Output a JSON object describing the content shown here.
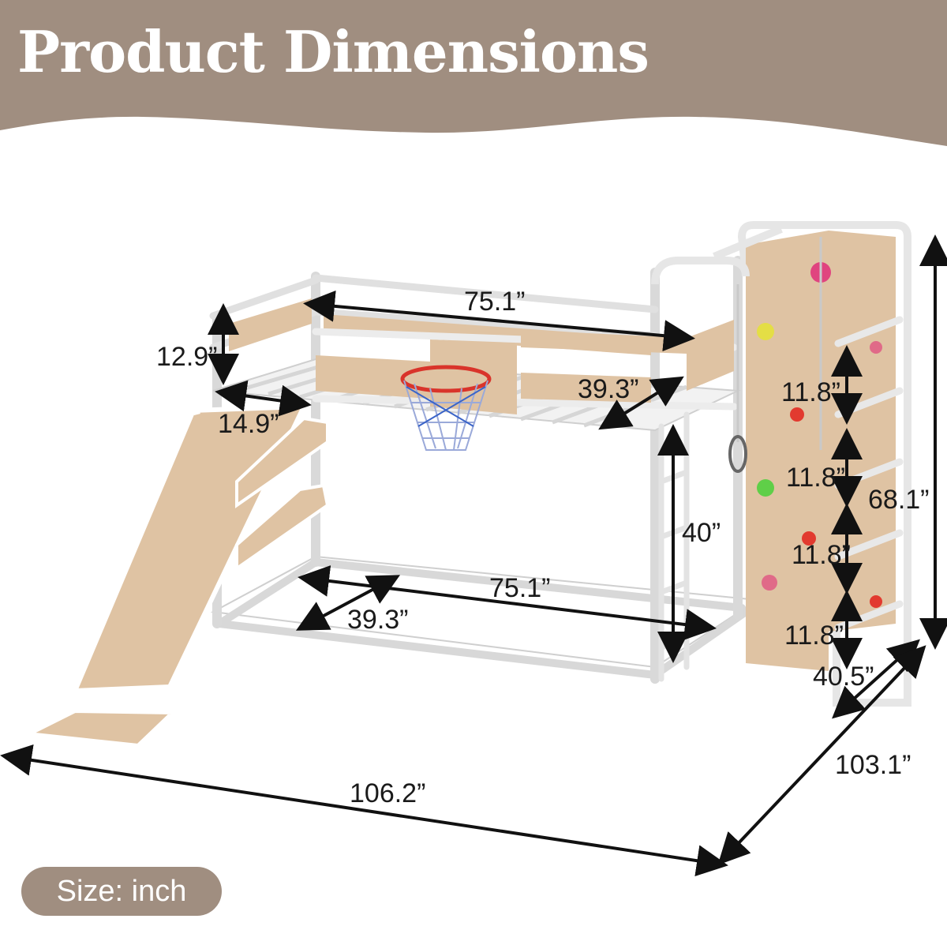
{
  "header": {
    "title": "Product Dimensions",
    "background_color": "#a08e80"
  },
  "dimensions": {
    "top_length": "75.1”",
    "guardrail_height": "12.9”",
    "top_width": "39.3”",
    "slide_width": "14.9”",
    "bottom_height": "40”",
    "bottom_length": "75.1”",
    "bottom_width": "39.3”",
    "wall_step_1": "11.8”",
    "wall_step_2": "11.8”",
    "wall_step_3": "11.8”",
    "wall_step_4": "11.8”",
    "total_height": "68.1”",
    "wall_depth": "40.5”",
    "total_depth": "103.1”",
    "total_length": "106.2”"
  },
  "footer": {
    "size_label": "Size: inch"
  },
  "colors": {
    "wood": "#dfc3a3",
    "frame": "#ffffff",
    "frame_outline": "#c9c9c9",
    "arrow": "#111111",
    "hoop_rim": "#d9342b",
    "net_blue": "#3a64c8"
  }
}
